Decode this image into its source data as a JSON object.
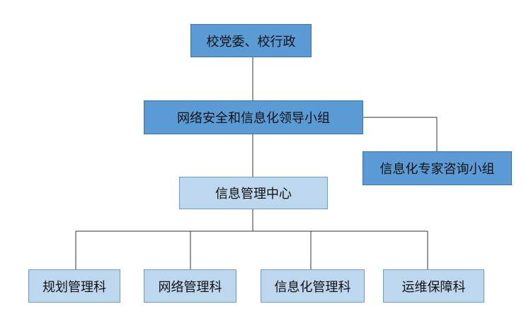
{
  "diagram": {
    "colors": {
      "dark_fill": "#5b9bd5",
      "light_fill": "#bdd7ee",
      "connector": "#333333"
    },
    "nodes": {
      "committee": "校党委、校行政",
      "leading_group": "网络安全和信息化领导小组",
      "expert_group": "信息化专家咨询小组",
      "center": "信息管理中心",
      "planning": "规划管理科",
      "network": "网络管理科",
      "informatization": "信息化管理科",
      "operations": "运维保障科"
    }
  }
}
